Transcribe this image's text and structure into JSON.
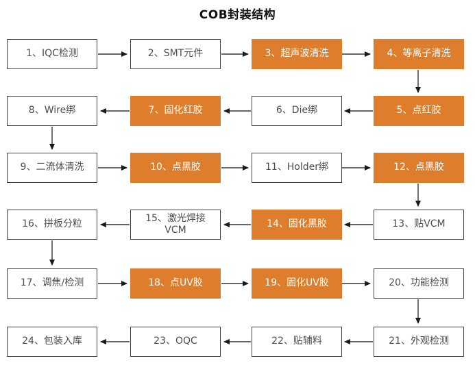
{
  "title": "COB封装结构",
  "colors": {
    "orange": "#de7e2d",
    "box_border": "#404040",
    "box_text": "#4d4d4d",
    "arrow": "#1a1a1a"
  },
  "nodes": [
    {
      "id": 1,
      "label": "1、IQC检测",
      "variant": "white"
    },
    {
      "id": 2,
      "label": "2、SMT元件",
      "variant": "white"
    },
    {
      "id": 3,
      "label": "3、超声波清洗",
      "variant": "orange"
    },
    {
      "id": 4,
      "label": "4、等离子清洗",
      "variant": "orange"
    },
    {
      "id": 5,
      "label": "5、点红胶",
      "variant": "orange"
    },
    {
      "id": 6,
      "label": "6、Die绑",
      "variant": "white"
    },
    {
      "id": 7,
      "label": "7、固化红胶",
      "variant": "orange"
    },
    {
      "id": 8,
      "label": "8、Wire绑",
      "variant": "white"
    },
    {
      "id": 9,
      "label": "9、二流体清洗",
      "variant": "white"
    },
    {
      "id": 10,
      "label": "10、点黑胶",
      "variant": "orange"
    },
    {
      "id": 11,
      "label": "11、Holder绑",
      "variant": "white"
    },
    {
      "id": 12,
      "label": "12、点黑胶",
      "variant": "orange"
    },
    {
      "id": 13,
      "label": "13、贴VCM",
      "variant": "white"
    },
    {
      "id": 14,
      "label": "14、固化黑胶",
      "variant": "orange"
    },
    {
      "id": 15,
      "label": "15、激光焊接\nVCM",
      "variant": "white"
    },
    {
      "id": 16,
      "label": "16、拼板分粒",
      "variant": "white"
    },
    {
      "id": 17,
      "label": "17、调焦/检测",
      "variant": "white"
    },
    {
      "id": 18,
      "label": "18、点UV胶",
      "variant": "orange"
    },
    {
      "id": 19,
      "label": "19、固化UV胶",
      "variant": "orange"
    },
    {
      "id": 20,
      "label": "20、功能检测",
      "variant": "white"
    },
    {
      "id": 21,
      "label": "21、外观检测",
      "variant": "white"
    },
    {
      "id": 22,
      "label": "22、贴辅料",
      "variant": "white"
    },
    {
      "id": 23,
      "label": "23、OQC",
      "variant": "white"
    },
    {
      "id": 24,
      "label": "24、包装入库",
      "variant": "white"
    }
  ],
  "edges": [
    {
      "from": 1,
      "to": 2
    },
    {
      "from": 2,
      "to": 3
    },
    {
      "from": 3,
      "to": 4
    },
    {
      "from": 4,
      "to": 5
    },
    {
      "from": 5,
      "to": 6
    },
    {
      "from": 6,
      "to": 7
    },
    {
      "from": 7,
      "to": 8
    },
    {
      "from": 8,
      "to": 9
    },
    {
      "from": 9,
      "to": 10
    },
    {
      "from": 10,
      "to": 11
    },
    {
      "from": 11,
      "to": 12
    },
    {
      "from": 12,
      "to": 13
    },
    {
      "from": 13,
      "to": 14
    },
    {
      "from": 14,
      "to": 15
    },
    {
      "from": 15,
      "to": 16
    },
    {
      "from": 16,
      "to": 17
    },
    {
      "from": 17,
      "to": 18
    },
    {
      "from": 18,
      "to": 19
    },
    {
      "from": 19,
      "to": 20
    },
    {
      "from": 20,
      "to": 21
    },
    {
      "from": 21,
      "to": 22
    },
    {
      "from": 22,
      "to": 23
    },
    {
      "from": 23,
      "to": 24
    }
  ]
}
